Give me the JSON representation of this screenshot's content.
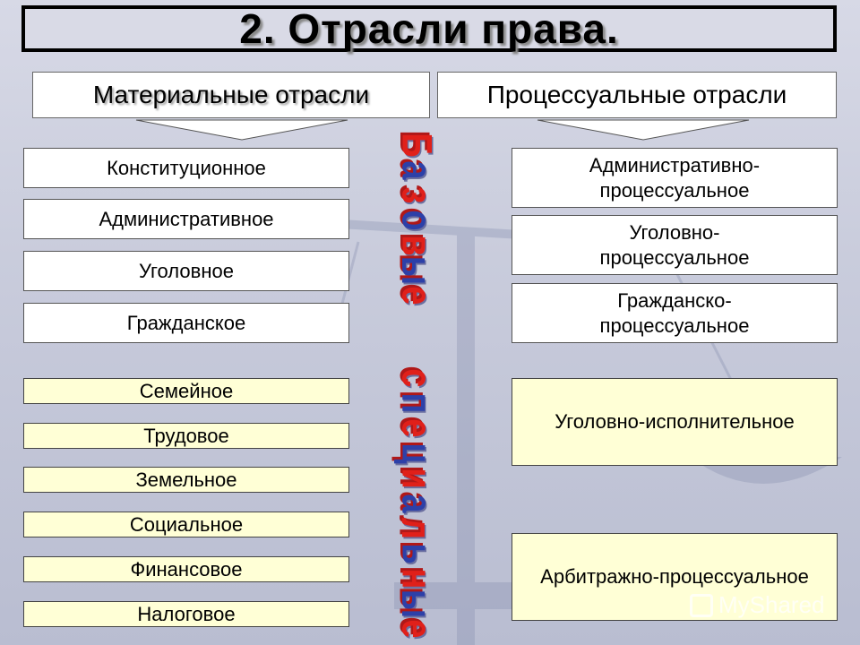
{
  "title": "2. Отрасли права.",
  "headers": {
    "material": "Материальные отрасли",
    "procedural": "Процессуальные отрасли"
  },
  "material_basic": [
    "Конституционное",
    "Административное",
    "Уголовное",
    "Гражданское"
  ],
  "material_special": [
    "Семейное",
    "Трудовое",
    "Земельное",
    "Социальное",
    "Финансовое",
    "Налоговое"
  ],
  "procedural_basic": [
    "Административно-\nпроцессуальное",
    "Уголовно-\nпроцессуальное",
    "Гражданско-\nпроцессуальное"
  ],
  "procedural_special": [
    "Уголовно-исполнительное",
    "Арбитражно-процессуальное"
  ],
  "vertical_words": {
    "basic": "Базовые",
    "special": "специальные"
  },
  "watermark": "MyShared",
  "colors": {
    "basic_box": "#ffffff",
    "special_box": "#ffffd6",
    "word_red": "#e0201a",
    "word_blue": "#2d40a8"
  }
}
